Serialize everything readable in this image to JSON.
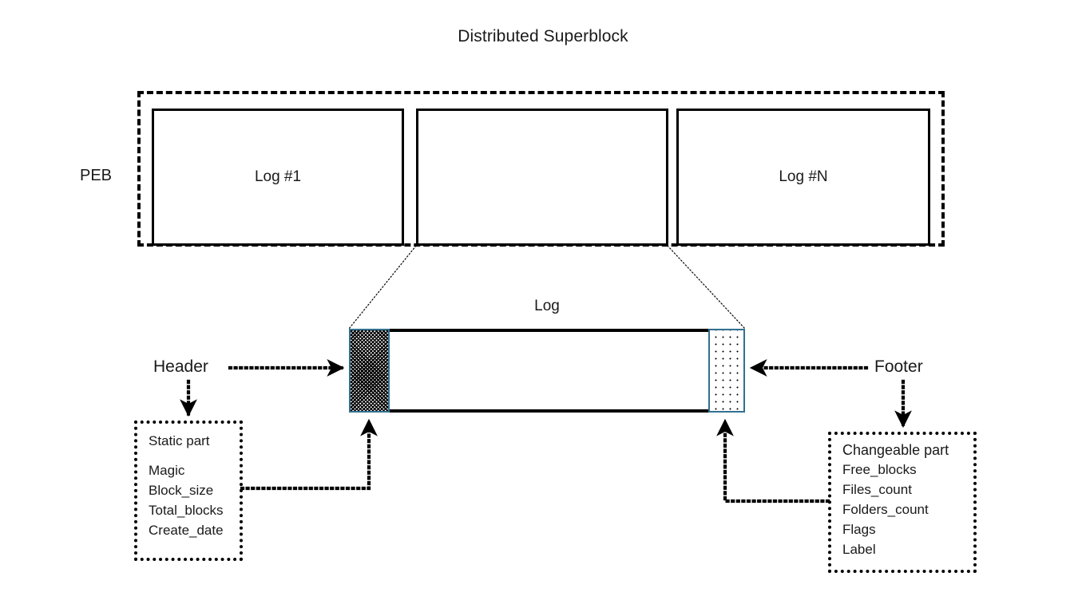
{
  "title": "Distributed Superblock",
  "peb": {
    "label": "PEB",
    "slots": [
      {
        "label": "Log #1"
      },
      {
        "label": ""
      },
      {
        "label": "Log #N"
      }
    ]
  },
  "log_detail": {
    "caption": "Log",
    "header_label": "Header",
    "footer_label": "Footer",
    "header_region_name": "cross-hatch",
    "footer_region_name": "dot-grid",
    "region_border_color": "#31708f"
  },
  "static_part": {
    "title": "Static part",
    "fields": [
      "Magic",
      "Block_size",
      "Total_blocks",
      "Create_date"
    ]
  },
  "changeable_part": {
    "title": "Changeable part",
    "fields": [
      "Free_blocks",
      "Files_count",
      "Folders_count",
      "Flags",
      "Label"
    ]
  },
  "colors": {
    "stroke": "#000000",
    "text": "#1a1a1a",
    "accent": "#31708f",
    "background": "#ffffff"
  }
}
